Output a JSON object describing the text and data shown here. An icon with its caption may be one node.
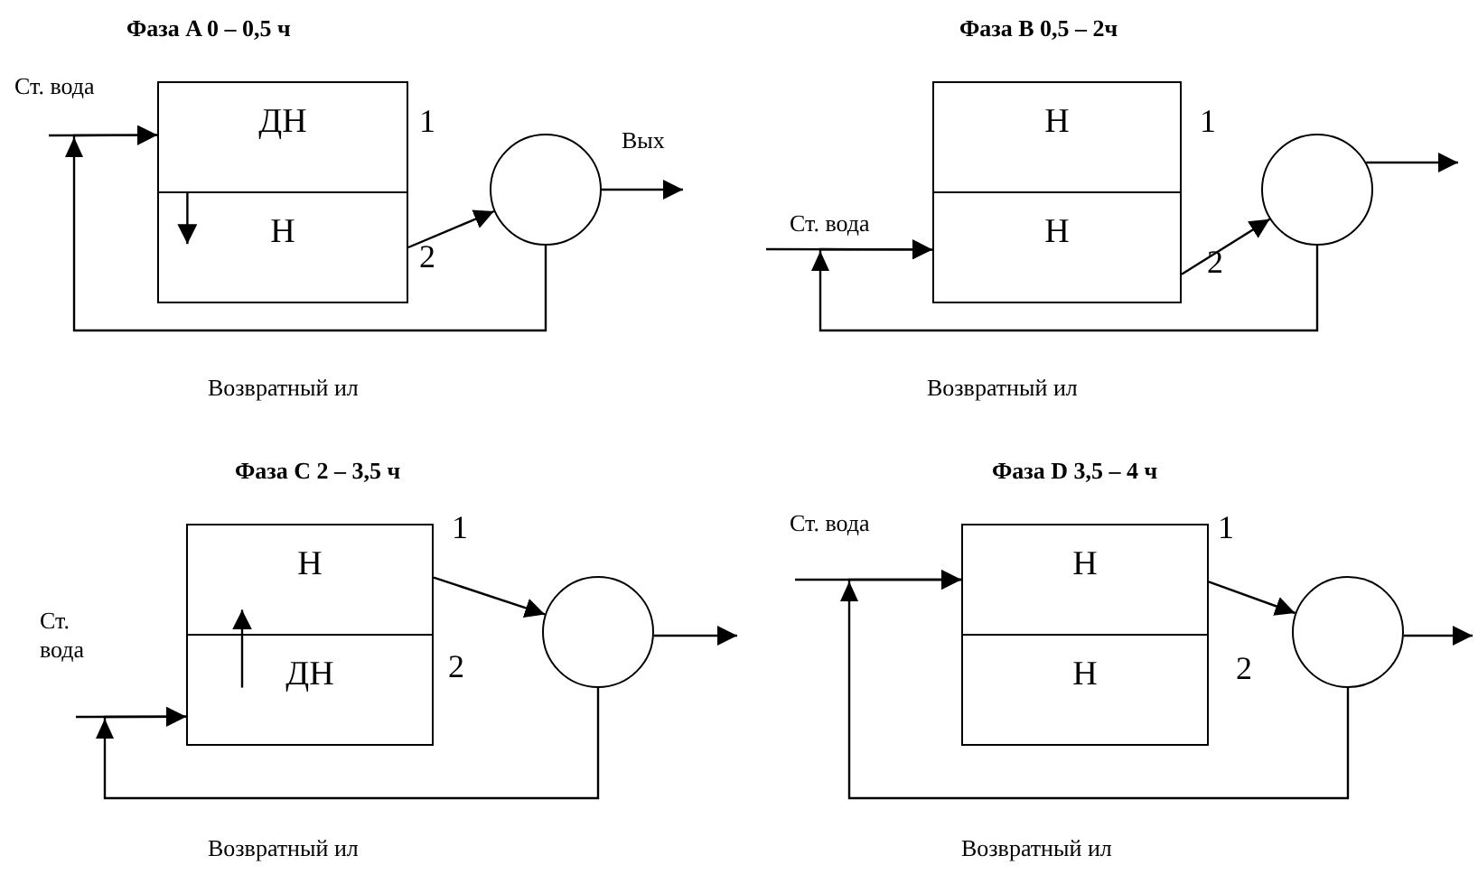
{
  "diagram": {
    "nodes": [
      {
        "text": [
          "ДН"
        ],
        "beside": [
          "1"
        ]
      },
      {
        "text": [
          "Н"
        ],
        "beside": [
          "2"
        ]
      },
      {
        "text": [],
        "shape": "circle"
      },
      {
        "text": [
          "Н"
        ],
        "beside": [
          "1"
        ]
      },
      {
        "text": [
          "Н"
        ],
        "beside": [
          "2"
        ]
      },
      {
        "text": [],
        "shape": "circle"
      },
      {
        "text": [
          "Н"
        ],
        "beside": [
          "1"
        ]
      },
      {
        "text": [
          "ДН"
        ],
        "beside": [
          "2"
        ]
      },
      {
        "text": [],
        "shape": "circle"
      },
      {
        "text": [
          "Н"
        ],
        "beside": [
          "1"
        ]
      },
      {
        "text": [
          "Н"
        ],
        "beside": [
          "2"
        ]
      },
      {
        "text": [],
        "shape": "circle"
      }
    ],
    "edges": [
      {
        "from": null,
        "to": 0,
        "arrow": "to"
      },
      {
        "from": 2,
        "to": 0,
        "arrow": "to"
      },
      {
        "from": 1,
        "to": 2,
        "arrow": "to"
      },
      {
        "from": 2,
        "to": null,
        "arrow": "to"
      },
      {
        "from": null,
        "to": 4,
        "arrow": "to"
      },
      {
        "from": 5,
        "to": 4,
        "arrow": "to"
      },
      {
        "from": 4,
        "to": 5,
        "arrow": "to"
      },
      {
        "from": 5,
        "to": null,
        "arrow": "to"
      },
      {
        "from": null,
        "to": 7,
        "arrow": "to"
      },
      {
        "from": 8,
        "to": 7,
        "arrow": "to"
      },
      {
        "from": 6,
        "to": 8,
        "arrow": "to"
      },
      {
        "from": 8,
        "to": null,
        "arrow": "to"
      },
      {
        "from": null,
        "to": 9,
        "arrow": "to"
      },
      {
        "from": 11,
        "to": 9,
        "arrow": "to"
      },
      {
        "from": 9,
        "to": 11,
        "arrow": "to"
      },
      {
        "from": 11,
        "to": null,
        "arrow": "to"
      },
      {
        "from": 0,
        "to": 1,
        "arrow": "to"
      },
      {
        "from": 7,
        "to": 6,
        "arrow": "to"
      }
    ],
    "labels": [
      "Фаза A 0 – 0,5 ч",
      "Ст. вода",
      "Вых",
      "Возвратный ил",
      "Фаза B 0,5 – 2ч",
      "Ст. вода",
      "Возвратный ил",
      "Фаза C 2 – 3,5 ч",
      "Ст. вода",
      "Возвратный ил",
      "Фаза D 3,5 – 4 ч",
      "Ст. вода",
      "Возвратный ил"
    ]
  }
}
